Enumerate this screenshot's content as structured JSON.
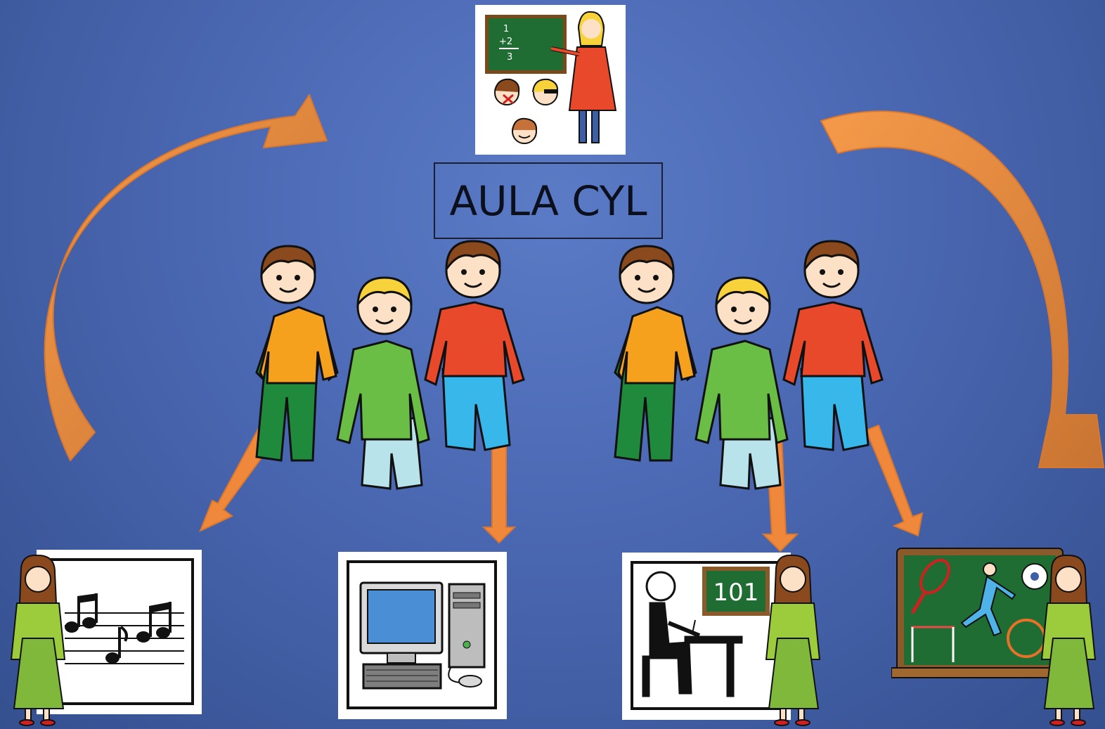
{
  "title": "AULA CYL",
  "center_pictogram": {
    "chalkboard_lines": [
      "1",
      "+2",
      "3"
    ]
  },
  "bottom_cards": [
    {
      "name": "music",
      "text": ""
    },
    {
      "name": "computer",
      "text": ""
    },
    {
      "name": "classroom",
      "text": "101"
    },
    {
      "name": "sports",
      "text": ""
    }
  ],
  "colors": {
    "background": "#4a67b2",
    "arrow": "#f0883c",
    "shirt_orange": "#f5a11e",
    "shirt_green": "#6abd45",
    "shirt_red": "#e8492a",
    "teacher_green": "#9ccc3c"
  }
}
